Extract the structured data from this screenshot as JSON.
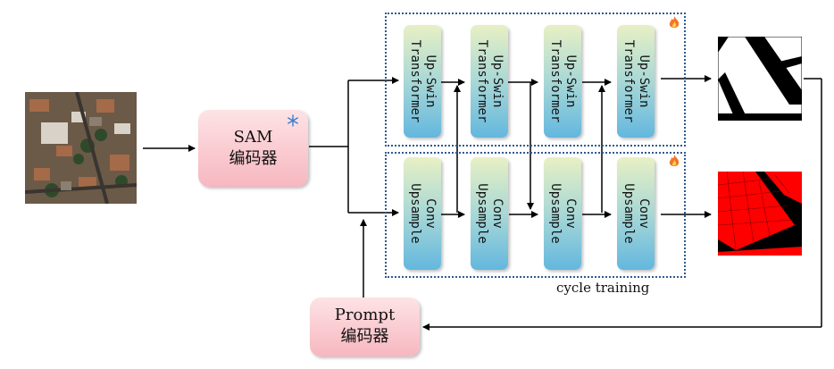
{
  "sam_encoder": {
    "line1": "SAM",
    "line2": "编码器",
    "frozen_icon": "snowflake-icon"
  },
  "prompt_encoder": {
    "line1": "Prompt",
    "line2": "编码器"
  },
  "upper_branch": {
    "trainable_icon": "flame-icon",
    "blocks": [
      "Up-Swin\nTransformer",
      "Up-Swin\nTransformer",
      "Up-Swin\nTransformer",
      "Up-Swin\nTransformer"
    ]
  },
  "lower_branch": {
    "trainable_icon": "flame-icon",
    "blocks": [
      "Conv\nUpsample",
      "Conv\nUpsample",
      "Conv\nUpsample",
      "Conv\nUpsample"
    ]
  },
  "caption": "cycle training",
  "images": {
    "input": "aerial-image",
    "output_top": "binary-mask-output",
    "output_bottom": "red-mask-output"
  },
  "colors": {
    "mask_red": "#ff0000",
    "box_border": "#2e5a8e",
    "pink": "#f7b7c0",
    "block_blue": "#63b7de"
  }
}
